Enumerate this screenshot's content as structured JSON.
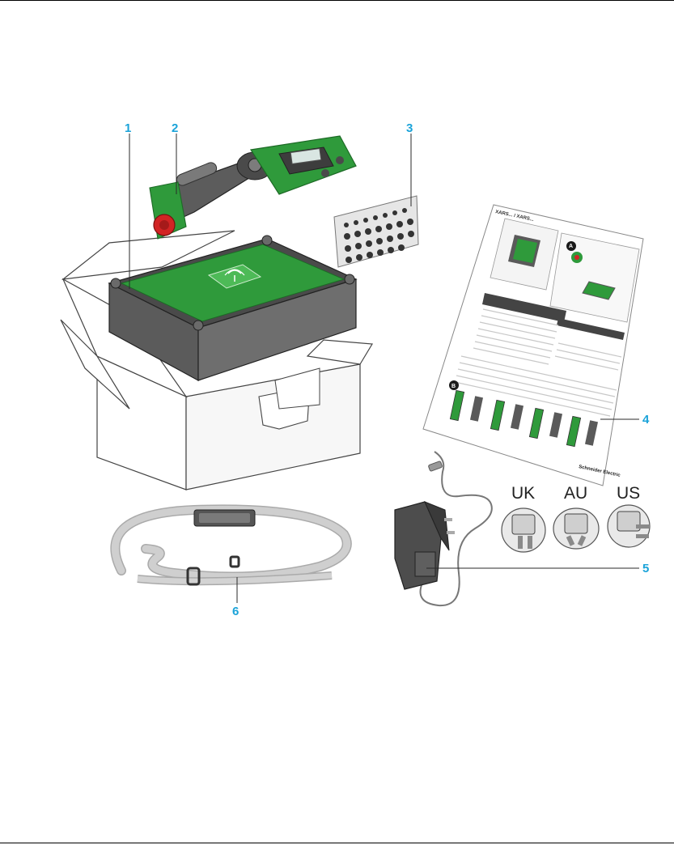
{
  "callouts": {
    "c1": "1",
    "c2": "2",
    "c3": "3",
    "c4": "4",
    "c5": "5",
    "c6": "6"
  },
  "plugs": {
    "uk": "UK",
    "au": "AU",
    "us": "US"
  },
  "leaflet": {
    "title": "XARS... / XARS...",
    "brand": "Schneider Electric",
    "section_a": "A",
    "section_b": "B"
  },
  "colors": {
    "callout": "#1aa3d9",
    "device_green": "#2e9e3a",
    "device_grey": "#5a5a5a",
    "strap_grey": "#c9c9c9"
  }
}
